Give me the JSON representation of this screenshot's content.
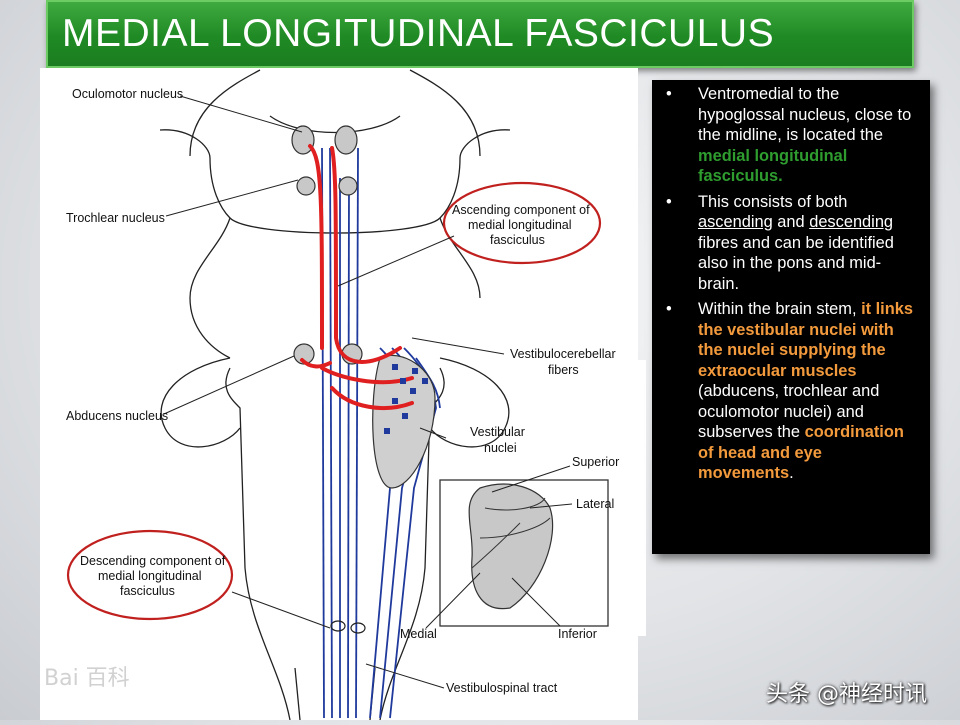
{
  "title": "MEDIAL LONGITUDINAL FASCICULUS",
  "bullets": [
    {
      "parts": [
        {
          "text": "Ventromedial to the hypoglossal nucleus, close to the midline, is located the "
        },
        {
          "text": "medial longitudinal fasciculus.",
          "style": "green"
        }
      ]
    },
    {
      "parts": [
        {
          "text": "This consists of both "
        },
        {
          "text": "ascending",
          "style": "underline"
        },
        {
          "text": " and "
        },
        {
          "text": "descending",
          "style": "underline"
        },
        {
          "text": " fibres and can be identified also in the pons and mid-brain."
        }
      ]
    },
    {
      "parts": [
        {
          "text": "Within the brain stem, "
        },
        {
          "text": "it links the vestibular nuclei with the nuclei supplying the extraocular muscles",
          "style": "orange"
        },
        {
          "text": " (abducens, trochlear and oculomotor nuclei) and subserves the "
        },
        {
          "text": "coordination of head and eye movements",
          "style": "orange"
        },
        {
          "text": "."
        }
      ]
    }
  ],
  "diagram": {
    "labels": {
      "oculomotor": "Oculomotor nucleus",
      "trochlear": "Trochlear nucleus",
      "abducens": "Abducens nucleus",
      "vestibulocerebellar_1": "Vestibulocerebellar",
      "vestibulocerebellar_2": "fibers",
      "vestibular_1": "Vestibular",
      "vestibular_2": "nuclei",
      "superior": "Superior",
      "lateral": "Lateral",
      "medial": "Medial",
      "inferior": "Inferior",
      "vestibulospinal": "Vestibulospinal tract",
      "ascending_1": "Ascending component of",
      "ascending_2": "medial longitudinal",
      "ascending_3": "fasciculus",
      "descending_1": "Descending component of",
      "descending_2": "medial longitudinal",
      "descending_3": "fasciculus"
    }
  },
  "watermarks": {
    "baidu": "Bai 百科",
    "toutiao": "头条 @神经时讯"
  },
  "colors": {
    "title_bar": "#1f8a24",
    "green_highlight": "#2e9c2e",
    "orange_highlight": "#f39a3c",
    "pathway_red": "#e02020",
    "tract_blue": "#1f3a9c",
    "circle_red": "#c0201e"
  }
}
